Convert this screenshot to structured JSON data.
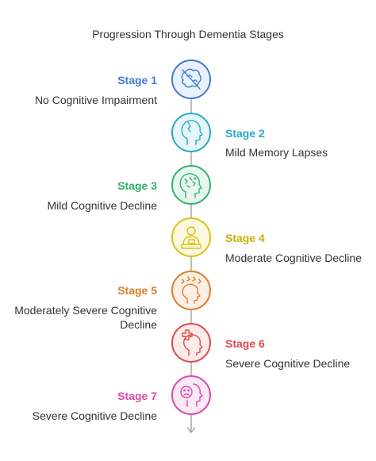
{
  "title": "Progression Through Dementia Stages",
  "stages": [
    {
      "label": "Stage 1",
      "description": "No Cognitive Impairment",
      "color": "#3f7ad6",
      "fill": "#eaf2fd",
      "icon": "brain-with-slash-icon"
    },
    {
      "label": "Stage 2",
      "description": "Mild Memory Lapses",
      "color": "#2aa7c9",
      "fill": "#e6f6fb",
      "icon": "head-with-crack-icon"
    },
    {
      "label": "Stage 3",
      "description": "Mild Cognitive Decline",
      "color": "#2fb36b",
      "fill": "#e8f7ee",
      "icon": "head-confusion-icon"
    },
    {
      "label": "Stage 4",
      "description": "Moderate Cognitive Decline",
      "color": "#d9c211",
      "fill": "#fbf8df",
      "icon": "person-at-desk-icon"
    },
    {
      "label": "Stage 5",
      "description": "Moderately Severe Cognitive Decline",
      "color": "#e07c2c",
      "fill": "#fcefe3",
      "icon": "head-distress-icon"
    },
    {
      "label": "Stage 6",
      "description": "Severe Cognitive Decline",
      "color": "#dc4a4a",
      "fill": "#fcebeb",
      "icon": "head-medical-cross-icon"
    },
    {
      "label": "Stage 7",
      "description": "Severe Cognitive Decline",
      "color": "#d94aa8",
      "fill": "#fbe9f5",
      "icon": "sad-face-profile-icon"
    }
  ]
}
